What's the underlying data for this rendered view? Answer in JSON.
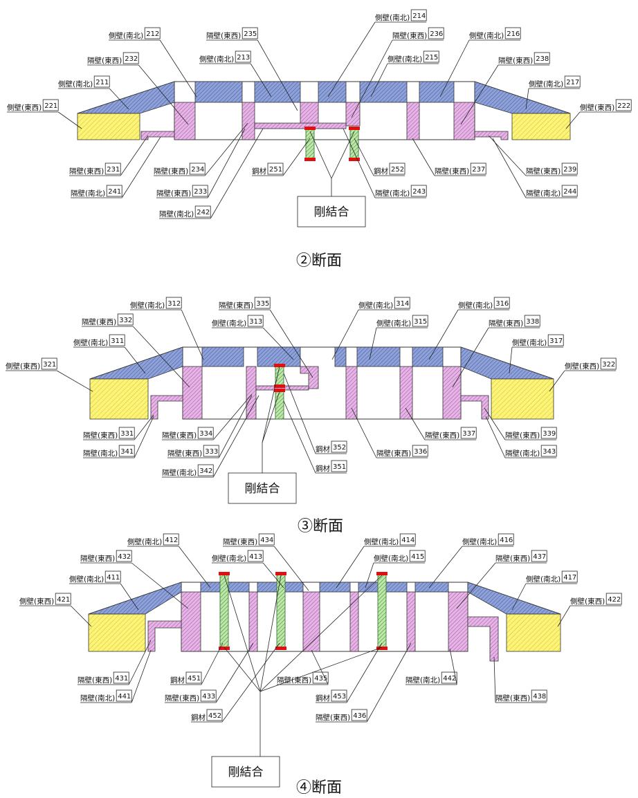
{
  "sections": [
    {
      "title": "②断面",
      "rigid": "剛結合",
      "labels": [
        {
          "t": "側壁(南北)",
          "n": "212"
        },
        {
          "t": "隔壁(東西)",
          "n": "235"
        },
        {
          "t": "側壁(南北)",
          "n": "214"
        },
        {
          "t": "隔壁(東西)",
          "n": "236"
        },
        {
          "t": "側壁(南北)",
          "n": "216"
        },
        {
          "t": "隔壁(東西)",
          "n": "232"
        },
        {
          "t": "側壁(南北)",
          "n": "213"
        },
        {
          "t": "側壁(南北)",
          "n": "215"
        },
        {
          "t": "隔壁(東西)",
          "n": "238"
        },
        {
          "t": "側壁(南北)",
          "n": "211"
        },
        {
          "t": "側壁(南北)",
          "n": "217"
        },
        {
          "t": "側壁(東西)",
          "n": "221"
        },
        {
          "t": "側壁(東西)",
          "n": "222"
        },
        {
          "t": "隔壁(東西)",
          "n": "231"
        },
        {
          "t": "隔壁(東西)",
          "n": "234"
        },
        {
          "t": "鋼材",
          "n": "251"
        },
        {
          "t": "鋼材",
          "n": "252"
        },
        {
          "t": "隔壁(東西)",
          "n": "237"
        },
        {
          "t": "隔壁(東西)",
          "n": "239"
        },
        {
          "t": "隔壁(南北)",
          "n": "241"
        },
        {
          "t": "隔壁(東西)",
          "n": "233"
        },
        {
          "t": "隔壁(南北)",
          "n": "243"
        },
        {
          "t": "隔壁(南北)",
          "n": "244"
        },
        {
          "t": "隔壁(南北)",
          "n": "242"
        }
      ]
    },
    {
      "title": "③断面",
      "rigid": "剛結合",
      "labels": [
        {
          "t": "側壁(南北)",
          "n": "312"
        },
        {
          "t": "隔壁(東西)",
          "n": "335"
        },
        {
          "t": "側壁(南北)",
          "n": "314"
        },
        {
          "t": "側壁(南北)",
          "n": "316"
        },
        {
          "t": "隔壁(東西)",
          "n": "332"
        },
        {
          "t": "側壁(南北)",
          "n": "313"
        },
        {
          "t": "側壁(南北)",
          "n": "315"
        },
        {
          "t": "隔壁(東西)",
          "n": "338"
        },
        {
          "t": "側壁(南北)",
          "n": "311"
        },
        {
          "t": "側壁(南北)",
          "n": "317"
        },
        {
          "t": "側壁(東西)",
          "n": "321"
        },
        {
          "t": "側壁(東西)",
          "n": "322"
        },
        {
          "t": "隔壁(東西)",
          "n": "331"
        },
        {
          "t": "隔壁(東西)",
          "n": "334"
        },
        {
          "t": "鋼材",
          "n": "352"
        },
        {
          "t": "隔壁(東西)",
          "n": "337"
        },
        {
          "t": "隔壁(東西)",
          "n": "339"
        },
        {
          "t": "隔壁(南北)",
          "n": "341"
        },
        {
          "t": "隔壁(東西)",
          "n": "333"
        },
        {
          "t": "鋼材",
          "n": "351"
        },
        {
          "t": "隔壁(東西)",
          "n": "336"
        },
        {
          "t": "隔壁(南北)",
          "n": "343"
        },
        {
          "t": "隔壁(南北)",
          "n": "342"
        }
      ]
    },
    {
      "title": "④断面",
      "rigid": "剛結合",
      "labels": [
        {
          "t": "側壁(南北)",
          "n": "412"
        },
        {
          "t": "隔壁(東西)",
          "n": "434"
        },
        {
          "t": "側壁(南北)",
          "n": "414"
        },
        {
          "t": "側壁(南北)",
          "n": "416"
        },
        {
          "t": "隔壁(東西)",
          "n": "432"
        },
        {
          "t": "側壁(南北)",
          "n": "413"
        },
        {
          "t": "側壁(南北)",
          "n": "415"
        },
        {
          "t": "隔壁(東西)",
          "n": "437"
        },
        {
          "t": "側壁(南北)",
          "n": "411"
        },
        {
          "t": "側壁(南北)",
          "n": "417"
        },
        {
          "t": "側壁(東西)",
          "n": "421"
        },
        {
          "t": "側壁(東西)",
          "n": "422"
        },
        {
          "t": "隔壁(東西)",
          "n": "431"
        },
        {
          "t": "鋼材",
          "n": "451"
        },
        {
          "t": "隔壁(東西)",
          "n": "435"
        },
        {
          "t": "隔壁(南北)",
          "n": "442"
        },
        {
          "t": "隔壁(南北)",
          "n": "441"
        },
        {
          "t": "隔壁(東西)",
          "n": "433"
        },
        {
          "t": "鋼材",
          "n": "453"
        },
        {
          "t": "隔壁(東西)",
          "n": "438"
        },
        {
          "t": "鋼材",
          "n": "452"
        },
        {
          "t": "隔壁(東西)",
          "n": "436"
        }
      ]
    }
  ]
}
